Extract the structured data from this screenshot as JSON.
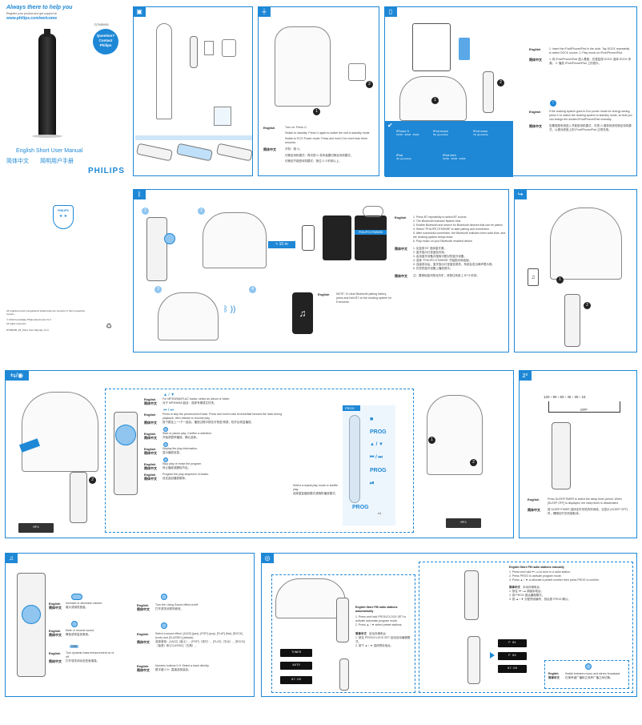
{
  "cover": {
    "help_title": "Always there to help you",
    "help_line": "Register your product and get support at",
    "help_url": "www.philips.com/welcome",
    "model": "DTM5095",
    "badge_line1": "Question?",
    "badge_line2": "Contact",
    "badge_line3": "Philips",
    "manual_en": "English Short User Manual",
    "manual_cn_a": "简体中文",
    "manual_cn_b": "简明用户手册",
    "brand": "PHILIPS",
    "shield_brand": "PHILIPS",
    "legal1": "All registered and unregistered trademarks are property of their respective owners.",
    "legal2": "© 2013 Koninklijke Philips Electronics N.V.",
    "legal3": "All rights reserved.",
    "doc_id": "DTM5095_93_Short User Manual_V1.0"
  },
  "power": {
    "en_label": "English",
    "cn_label": "简体中文",
    "turn_on": "Turn on: Press ⏻.",
    "standby": "Switch to standby: Press ⏻ again to switch the unit to standby mode.",
    "eco": "Switch to ECO Power mode: Press and hold ⏻ for more than three seconds.",
    "cn_on": "开机：按 ⏻。",
    "cn_standby": "切换至待机模式：再次按 ⏻ 将本装置切换至待机模式。",
    "cn_eco": "切换至节能型待机模式：按住 ⏻ 3 秒钟以上。"
  },
  "dock": {
    "en_label": "English",
    "cn_label": "简体中文",
    "en_steps": "1. Insert the iPod/iPhone/iPad in the dock. Tap DOCK repeatedly to select DOCK source. 2. Play music on iPod/iPhone/iPad.",
    "cn_steps": "1. 将 iPod/iPhone/iPad 插入基座。在重复按 DOCK 选择 DOCK 来源。 2. 播放 iPod/iPhone/iPad 上的音乐。",
    "en_note": "If the docking system goes to Eco power mode for energy saving, press ⏻ to switch the docking system to standby mode, so that you can charge the docked iPod/iPhone/iPad normally.",
    "cn_note": "如果底座系统进入节能型待机模式，可按 ⏻ 键将系统切换至待机模式，以便对底座上的 iPod/iPhone/iPad 正常充电。",
    "devices": [
      {
        "name": "iPhone 5",
        "sub": "16GB · 32GB · 64GB"
      },
      {
        "name": "iPod touch",
        "sub": "5th generation"
      },
      {
        "name": "iPod nano",
        "sub": "7th generation"
      },
      {
        "name": "iPad",
        "sub": "4th generation"
      },
      {
        "name": "iPad mini",
        "sub": "16GB · 32GB · 64GB"
      }
    ]
  },
  "bluetooth": {
    "distance": "< 10 m",
    "pair_name": "PHILIPS DTM5095",
    "en_label": "English",
    "cn_label": "简体中文",
    "steps_en": [
      "1. Press BT repeatedly to select BT source.",
      "2. The Bluetooth indicator flashes blue.",
      "3. Enable Bluetooth and search for Bluetooth devices that can be paired.",
      "4. Select \"PHILIPS DTM5095\" to start pairing and connection.",
      "5. After successful connection, the Bluetooth indicator turns solid blue, and the docking system beeps twice.",
      "6. Play music on your Bluetooth enabled device."
    ],
    "steps_cn": [
      "1. 反复按 BT 选择蓝牙源。",
      "2. 蓝牙指示灯呈蓝色闪烁。",
      "3. 启用蓝牙设备并搜索可配对的蓝牙设备。",
      "4. 选择 \"PHILIPS DTM5095\" 开始配对和连接。",
      "5. 连接成功后，蓝牙指示灯呈蓝色常亮，系统会发出两声提示音。",
      "6. 在您的蓝牙设备上播放音乐。"
    ],
    "note_en": "NOTE: To clear Bluetooth pairing history, press and hold BT on the docking system for 8 seconds.",
    "note_cn": "注：要清除蓝牙配对历史，请按住系统上 BT 8 秒钟。"
  },
  "usb": {
    "en_label": "English",
    "cn_label": "简体中文",
    "items": [
      {
        "en": "For MP3/WMA/FLAC tracks: select an album or folder.",
        "cn": "对于 MP3/WMA 曲目：选择专辑或文件夹。"
      },
      {
        "en": "Press to skip the previous/next track. Press and hold to fast reverse/fast forward the track during playback, then release to resume play.",
        "cn": "按下跳至上一/下一曲目。播放过程中按住可快进/快退，松开后恢复播放。"
      },
      {
        "en": "Start or pause play. Confirm a selection.",
        "cn": "开始或暂停播放。确认选择。"
      },
      {
        "en": "Display the play information.",
        "cn": "显示播放信息。"
      },
      {
        "en": "Stop play or erase the program.",
        "cn": "停止播放或删除节目。"
      },
      {
        "en": "Program the play sequence of tracks.",
        "cn": "设定曲目播放顺序。"
      }
    ],
    "repeat_en": "Select a repeat play mode or shuffle play.",
    "repeat_cn": "选择重复播放模式或随机播放模式。",
    "prog_header": "PROG",
    "prog_items": [
      "■",
      "PROG",
      "▲ / ▼",
      "⏮ / ⏭",
      "PROG",
      "⏯",
      "PROG"
    ],
    "times": "x1",
    "lcd1": "MP3",
    "lcd2": "MP3"
  },
  "sleep": {
    "sequence": "120 › 90 › 60 › 45 › 30 › 15",
    "off_label": "OFF",
    "en_label": "English",
    "cn_label": "简体中文",
    "en": "Press SLEEP/TIMER to select the sleep timer period. When [SLEEP OFF] is displayed, the sleep timer is deactivated.",
    "cn": "按 SLEEP/TIMER 选择定时关机的时间段。当显示 [SLEEP OFF] 时，睡眠定时关机被取消。"
  },
  "sound": {
    "en_label": "English",
    "cn_label": "简体中文",
    "vol_en": "Increase or decrease volume.",
    "vol_cn": "增大或减低音量。",
    "mute_en": "Mute or resume sound.",
    "mute_cn": "静音或恢复到原音。",
    "dbb_tag": "DBB",
    "dbb_en": "Turn dynamic bass enhancement on or off.",
    "dbb_cn": "打开或关闭动态低音增强。",
    "ls_en": "Turn the Living Sound effect on/off.",
    "ls_cn": "打开或关闭现场音效。",
    "eq_en": "Select a sound effect: [JAZZ] (jazz), [POP] (pop), [FLAT] (flat), [ROCK] (rock) and [CLASSIC] (classic).",
    "eq_cn": "选择音效：[JAZZ]（爵士）、[POP]（流行）、[FLAT]（平淡）、[ROCK]（摇滚）和 [CLASSIC]（古典）。",
    "num_en": "Numeric buttons 0-9: Select a track directly.",
    "num_cn": "数字键 0-9：直接选择曲目。"
  },
  "radio": {
    "auto_title": "English Store FM radio stations automatically",
    "auto_en": [
      "1. Press and hold PROG/CLOCK SET to activate automatic program mode.",
      "2. Press ▲ / ▼ select preset stations."
    ],
    "auto_cn_label": "简体中文",
    "auto_cn_title": "自动存储电台",
    "auto_cn": [
      "1. 按住 PROG/CLOCK SET 启动自动编程模式。",
      "2. 按下 ▲ / ▼ 选择预设电台。"
    ],
    "man_title": "English Store FM radio stations manually",
    "man_en": [
      "1. Press and hold ⏮ / ⏭ to tune to a radio station.",
      "2. Press PROG to activate program mode.",
      "3. Press ▲ / ▼ to allocate a preset number then press PROG to confirm."
    ],
    "man_cn_label": "简体中文",
    "man_cn_title": "手动存储电台",
    "man_cn": [
      "1. 按住 ⏮ / ⏭ 调谐到电台。",
      "2. 按 PROG 激活编程模式。",
      "3. 按 ▲ / ▼ 分配预设编号，然后按 PROG 确认。"
    ],
    "switch_en": "Switch between mono and stereo broadcast.",
    "switch_cn": "在单声道广播和立体声广播之间切换。",
    "lcd_a": "TUNER",
    "lcd_b": "AUTO",
    "lcd_c": "87.50",
    "lcd_d": "P 01",
    "lcd_e": "P 02",
    "lcd_f": "87.50"
  }
}
